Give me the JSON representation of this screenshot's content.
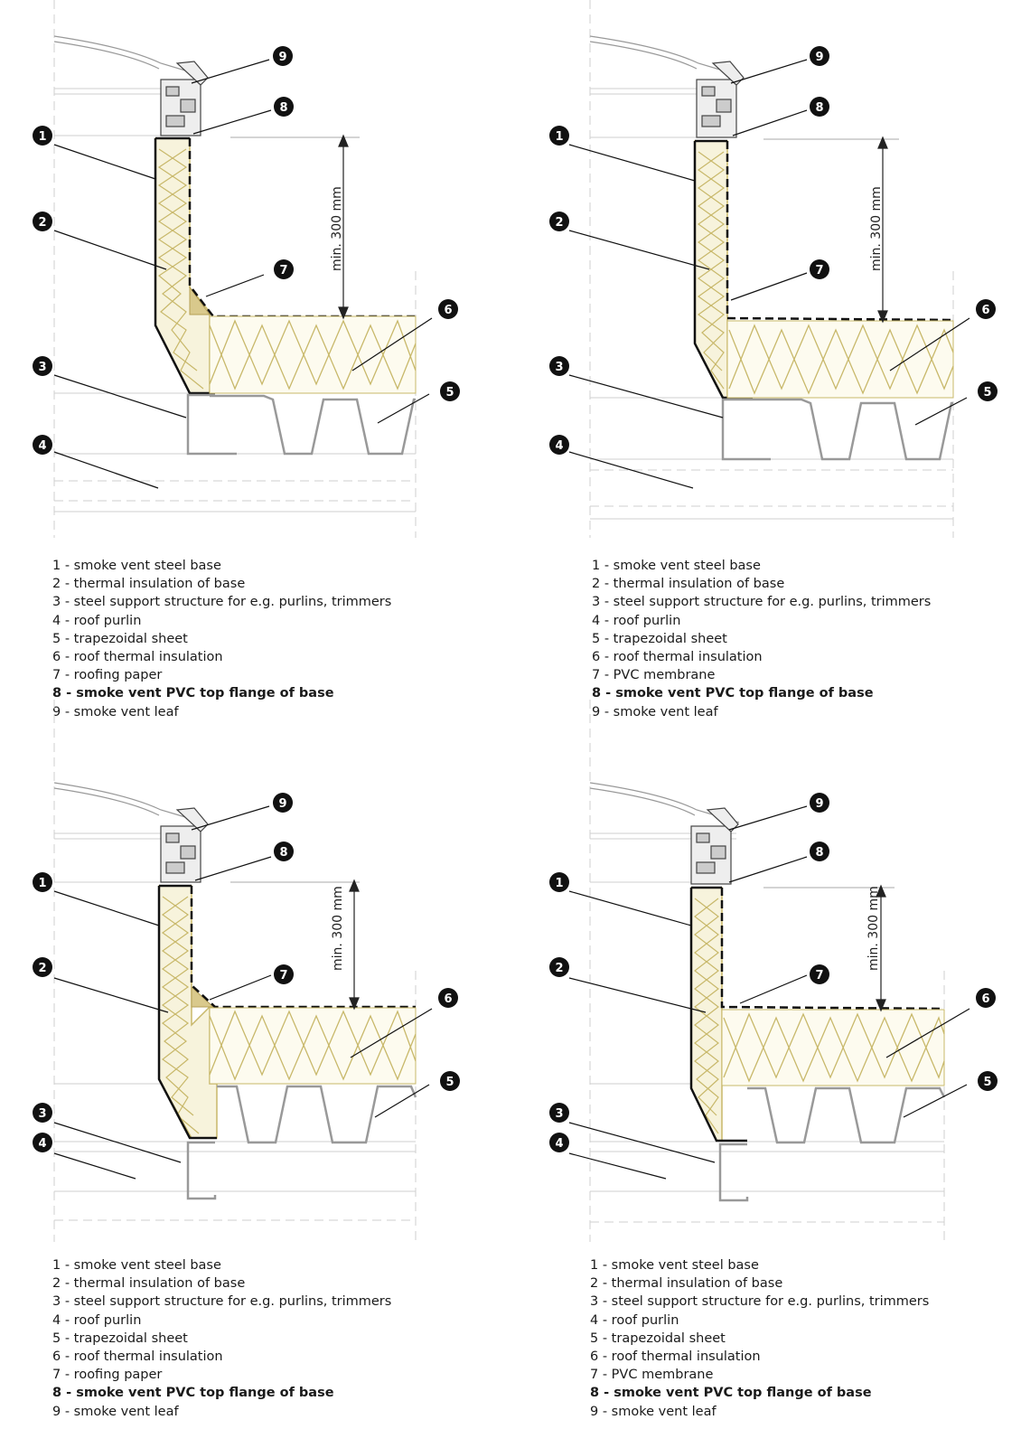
{
  "panels": [
    {
      "dimension_label": "min. 300 mm",
      "legend": [
        "1 - smoke vent steel base",
        "2 - thermal insulation of base",
        "3 - steel support structure for e.g. purlins, trimmers",
        "4 - roof purlin",
        "5 - trapezoidal sheet",
        "6 - roof thermal insulation",
        "7 - roofing paper",
        "8 - smoke vent PVC top flange of base",
        "9 - smoke vent leaf"
      ]
    },
    {
      "dimension_label": "min. 300 mm",
      "legend": [
        "1 - smoke vent steel base",
        "2 - thermal insulation of base",
        "3 - steel support structure for e.g. purlins, trimmers",
        "4 - roof purlin",
        "5 - trapezoidal sheet",
        "6 - roof thermal insulation",
        "7 - PVC membrane",
        "8 - smoke vent PVC top flange of base",
        "9 - smoke vent leaf"
      ]
    },
    {
      "dimension_label": "min. 300 mm",
      "legend": [
        "1 - smoke vent steel base",
        "2 - thermal insulation of base",
        "3 - steel support structure for e.g. purlins, trimmers",
        "4 - roof purlin",
        "5 - trapezoidal sheet",
        "6 - roof thermal insulation",
        "7 - roofing paper",
        "8 - smoke vent PVC top flange of base",
        "9 - smoke vent leaf"
      ]
    },
    {
      "dimension_label": "min. 300 mm",
      "legend": [
        "1 - smoke vent steel base",
        "2 - thermal insulation of base",
        "3 - steel support structure for e.g. purlins, trimmers",
        "4 - roof purlin",
        "5 - trapezoidal sheet",
        "6 - roof thermal insulation",
        "7 - PVC membrane",
        "8 - smoke vent PVC top flange of base",
        "9 - smoke vent leaf"
      ]
    }
  ],
  "callouts": [
    "1",
    "2",
    "3",
    "4",
    "5",
    "6",
    "7",
    "8",
    "9"
  ],
  "colors": {
    "insulation": "#c8b86a",
    "insulation_fill": "#f7f3dc",
    "steel": "#888888",
    "line": "#111111"
  }
}
